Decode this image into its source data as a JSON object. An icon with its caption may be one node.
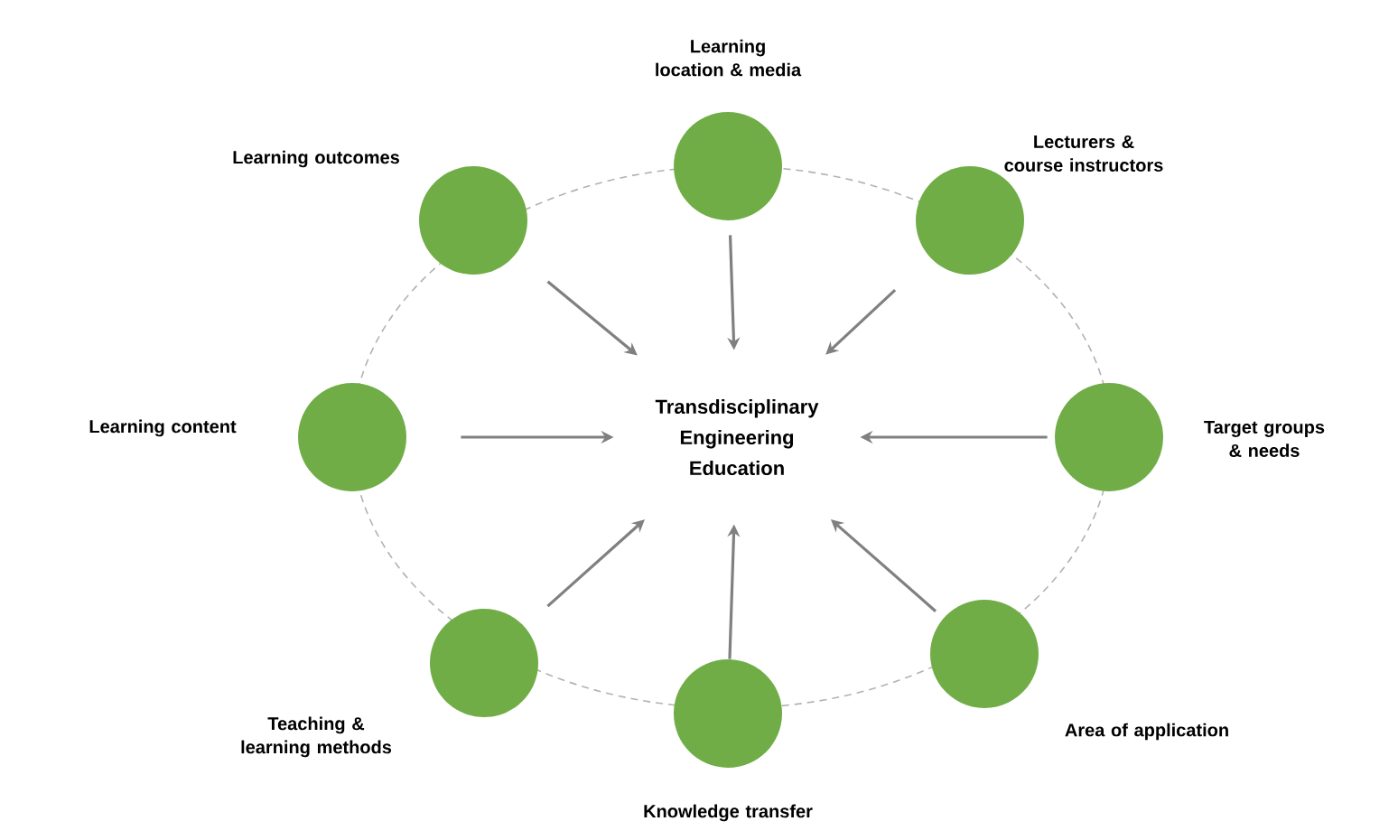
{
  "diagram": {
    "nodes": [
      {
        "text": [
          "Learning outcomes"
        ]
      },
      {
        "text": [
          "Learning location & media"
        ]
      },
      {
        "text": [
          "Lecturers & course instructors"
        ]
      },
      {
        "text": [
          "Target groups & needs"
        ]
      },
      {
        "text": [
          "Area of application"
        ]
      },
      {
        "text": [
          "Knowledge transfer"
        ]
      },
      {
        "text": [
          "Teaching & learning methods"
        ]
      },
      {
        "text": [
          "Learning content"
        ]
      },
      {
        "text": [
          "Transdisciplinary Engineering Education"
        ]
      }
    ],
    "edges": [
      {
        "from": 0,
        "to": 8,
        "arrow": "to"
      },
      {
        "from": 1,
        "to": 8,
        "arrow": "to"
      },
      {
        "from": 2,
        "to": 8,
        "arrow": "to"
      },
      {
        "from": 3,
        "to": 8,
        "arrow": "to"
      },
      {
        "from": 4,
        "to": 8,
        "arrow": "to"
      },
      {
        "from": 5,
        "to": 8,
        "arrow": "to"
      },
      {
        "from": 6,
        "to": 8,
        "arrow": "to"
      },
      {
        "from": 7,
        "to": 8,
        "arrow": "to"
      }
    ]
  }
}
